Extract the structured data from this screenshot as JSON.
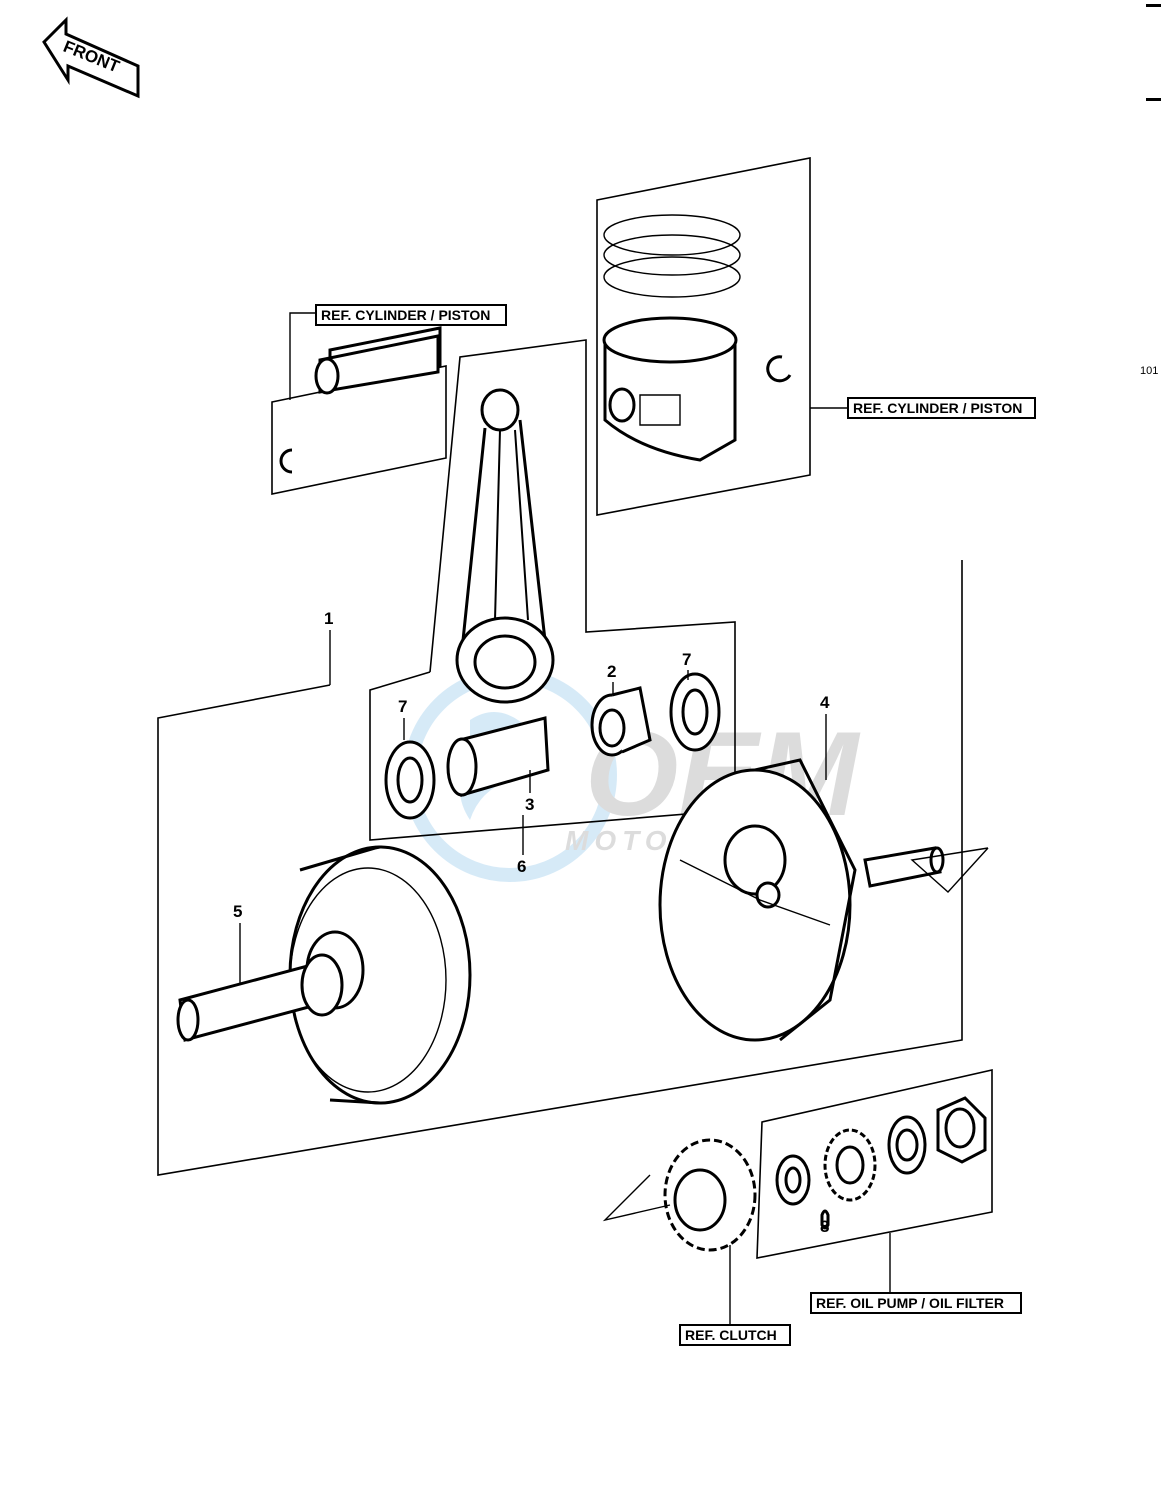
{
  "page_number": "101",
  "front_arrow": {
    "label": "FRONT"
  },
  "watermark": {
    "brand": "OEM",
    "sub": "MOTORPARTS"
  },
  "reference_labels": {
    "cylinder_piston_left": "REF. CYLINDER / PISTON",
    "cylinder_piston_right": "REF. CYLINDER / PISTON",
    "oil_pump": "REF. OIL PUMP / OIL FILTER",
    "clutch": "REF. CLUTCH"
  },
  "callouts": {
    "c1": "1",
    "c2": "2",
    "c3": "3",
    "c4": "4",
    "c5": "5",
    "c6": "6",
    "c7a": "7",
    "c7b": "7",
    "c8": "8"
  }
}
